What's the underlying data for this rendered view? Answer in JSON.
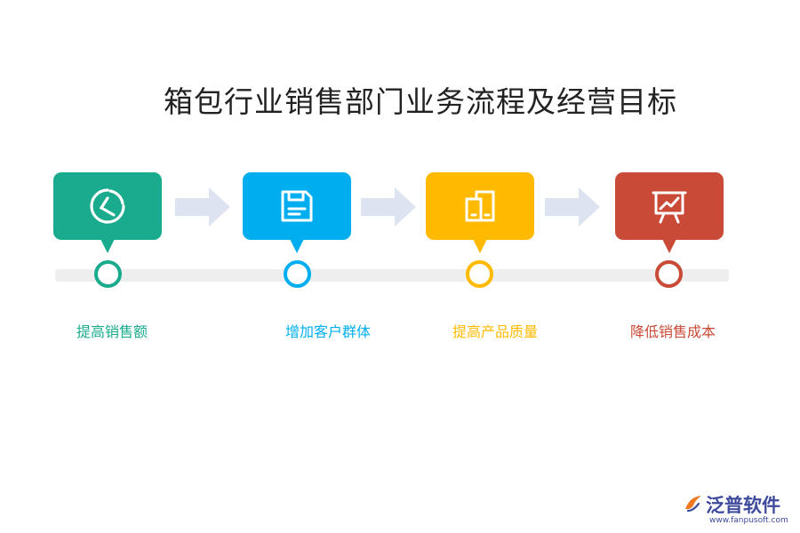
{
  "title": "箱包行业销售部门业务流程及经营目标",
  "steps": [
    {
      "label": "提高销售额",
      "color": "#1aaa8e",
      "icon": "pie-chart-icon"
    },
    {
      "label": "增加客户群体",
      "color": "#00aeef",
      "icon": "floppy-disk-icon"
    },
    {
      "label": "提高产品质量",
      "color": "#ffba00",
      "icon": "copy-pages-icon"
    },
    {
      "label": "降低销售成本",
      "color": "#c94a36",
      "icon": "presentation-board-icon"
    }
  ],
  "logo": {
    "brand": "泛普软件",
    "url": "www.fanpusoft.com"
  },
  "colors": {
    "track": "#eeeeee",
    "arrow": "#dde3f0"
  }
}
